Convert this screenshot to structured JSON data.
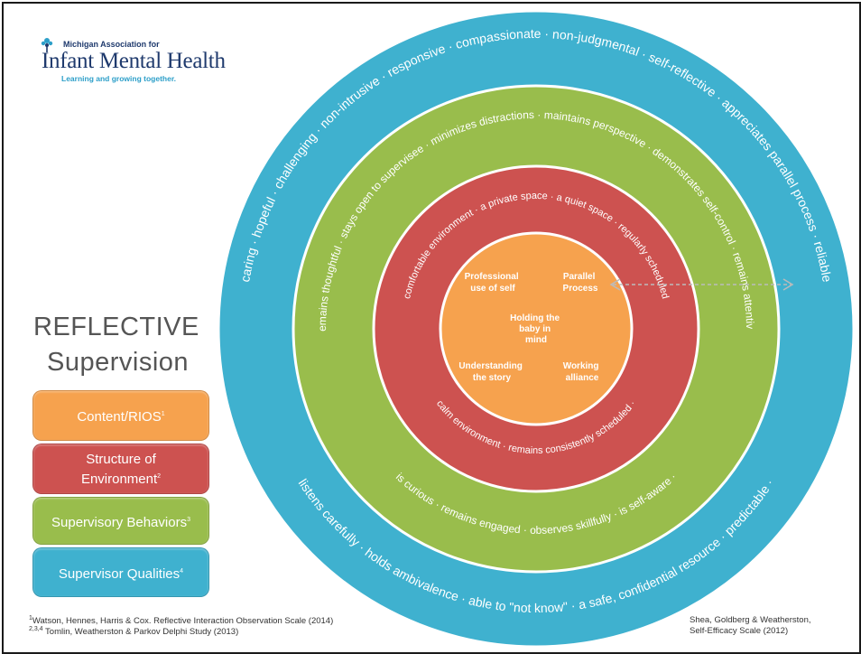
{
  "logo": {
    "org": "Michigan Association for",
    "name": "Infant Mental Health",
    "tagline": "Learning and growing together."
  },
  "title": {
    "line1": "REFLECTIVE",
    "line2": "Supervision"
  },
  "legend": [
    {
      "label": "Content/RIOS",
      "sup": "1",
      "color": "#f6a24e"
    },
    {
      "label": "Structure of Environment",
      "line1": "Structure of",
      "line2": "Environment",
      "sup": "2",
      "color": "#cd5250"
    },
    {
      "label": "Supervisory Behaviors",
      "sup": "3",
      "color": "#99bd4c"
    },
    {
      "label": "Supervisor Qualities",
      "sup": "4",
      "color": "#3fb1cf"
    }
  ],
  "rings": {
    "outer": {
      "top_text": "caring · hopeful · challenging · non-intrusive · responsive · compassionate · non-judgmental · self-reflective · appreciates parallel process · reliable",
      "bottom_text": "listens carefully · holds ambivalence · able to \"not know\" · a safe, confidential resource · predictable ·"
    },
    "green": {
      "top_text": "remains thoughtful · stays open to supervisee · minimizes distractions · maintains perspective · demonstrates self-control · remains attentive",
      "bottom_text": "is curious · remains engaged · observes skillfully · is self-aware ·"
    },
    "red": {
      "top_text": "comfortable environment · a private space · a quiet space · regularly scheduled",
      "bottom_text": "calm environment · remains consistently scheduled ·"
    },
    "core": {
      "items": [
        {
          "line1": "Professional",
          "line2": "use of self"
        },
        {
          "line1": "Parallel",
          "line2": "Process"
        },
        {
          "line1": "Holding the",
          "line2": "baby in",
          "line3": "mind"
        },
        {
          "line1": "Understanding",
          "line2": "the story"
        },
        {
          "line1": "Working",
          "line2": "alliance"
        }
      ]
    }
  },
  "footnotes": {
    "line1_sup": "1",
    "line1": "Watson, Hennes, Harris & Cox. Reflective Interaction Observation Scale (2014)",
    "line2_sup": "2,3,4",
    "line2": " Tomlin, Weatherston & Parkov  Delphi Study (2013)",
    "right1": "Shea, Goldberg & Weatherston,",
    "right2": "Self-Efficacy Scale (2012)"
  },
  "colors": {
    "outer_ring": "#3fb1cf",
    "green_ring": "#99bd4c",
    "red_ring": "#cd5250",
    "core": "#f6a24e",
    "border": "#ffffff"
  }
}
